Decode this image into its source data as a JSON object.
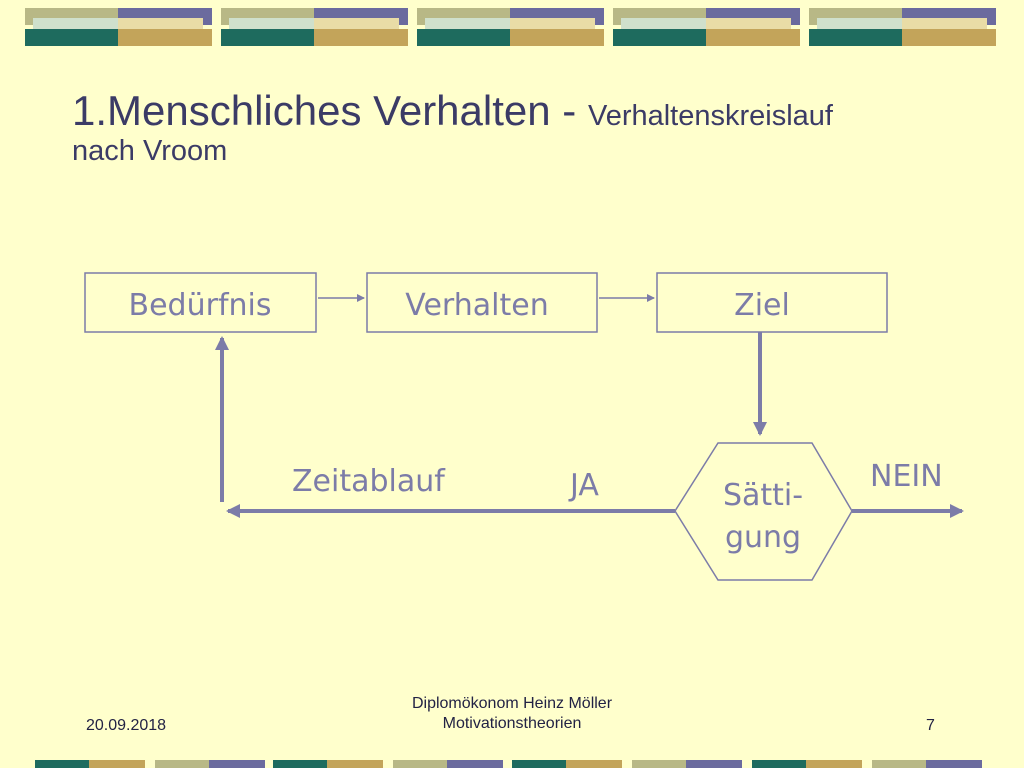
{
  "title": {
    "main": "1.Menschliches Verhalten",
    "separator": " - ",
    "sub_line1": "Verhaltenskreislauf",
    "sub_line2": "nach Vroom"
  },
  "diagram": {
    "boxes": {
      "beduerfnis": "Bedürfnis",
      "verhalten": "Verhalten",
      "ziel": "Ziel"
    },
    "decision": {
      "line1": "Sätti-",
      "line2": "gung"
    },
    "labels": {
      "zeitablauf": "Zeitablauf",
      "ja": "JA",
      "nein": "NEIN"
    }
  },
  "footer": {
    "date": "20.09.2018",
    "author": "Diplomökonom Heinz Möller",
    "topic": "Motivationstheorien",
    "page": "7"
  },
  "colors": {
    "background": "#FFFFCC",
    "title": "#3B3B66",
    "diagram": "#7C7CA8",
    "band_sage": "#B8B886",
    "band_purple": "#6B6B9E",
    "band_teal": "#1E6B5E",
    "band_gold": "#C3A45A"
  }
}
